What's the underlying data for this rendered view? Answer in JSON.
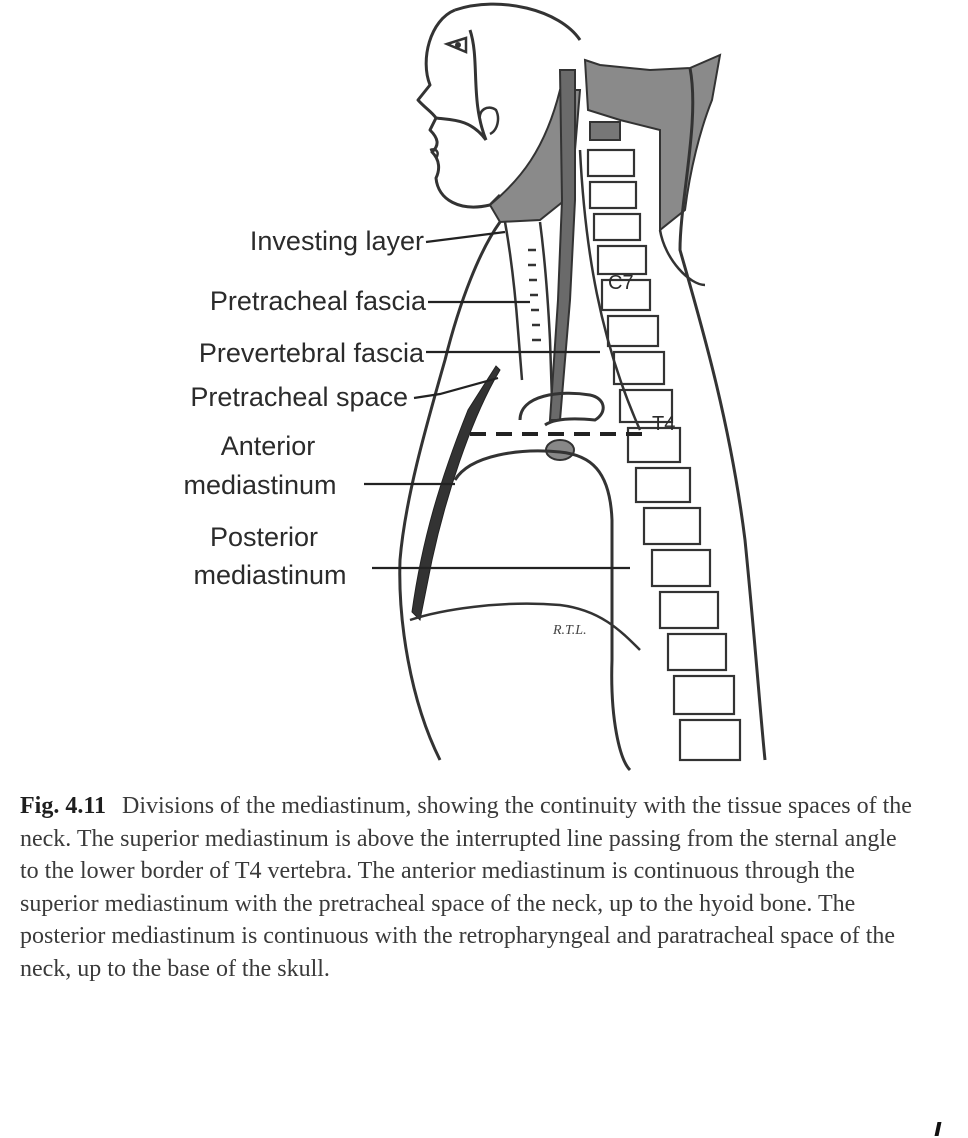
{
  "figure": {
    "labels": {
      "investing_layer": "Investing layer",
      "pretracheal_fascia": "Pretracheal fascia",
      "prevertebral_fascia": "Prevertebral fascia",
      "pretracheal_space": "Pretracheal space",
      "anterior_line1": "Anterior",
      "anterior_line2": "mediastinum",
      "posterior_line1": "Posterior",
      "posterior_line2": "mediastinum"
    },
    "vertebra_labels": {
      "c7": "C7",
      "t4": "T4"
    },
    "artist_signature": "R.T.L."
  },
  "caption": {
    "label": "Fig. 4.11",
    "text": "Divisions of the mediastinum, showing the continuity with the tissue spaces of the neck. The superior mediastinum is above the interrupted line passing from the sternal angle to the lower border of T4 vertebra. The anterior mediastinum is continuous through the superior mediastinum with the pretracheal space of the neck, up to the hyoid bone. The posterior mediastinum is continuous with the retropharyngeal and paratracheal space of the neck, up to the base of the skull."
  }
}
